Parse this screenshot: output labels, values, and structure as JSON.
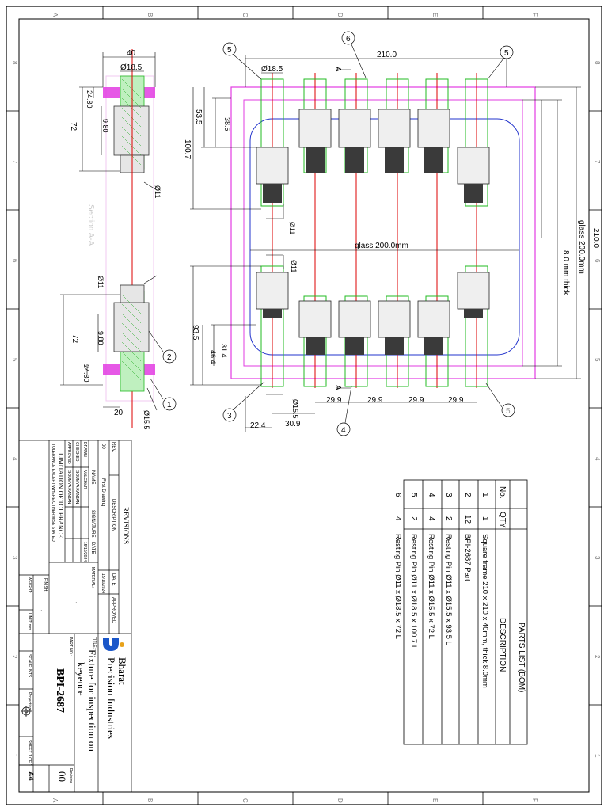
{
  "border": {
    "zones_top": [
      "A",
      "B",
      "C",
      "D",
      "E",
      "F"
    ],
    "zones_side": [
      "8",
      "7",
      "6",
      "5",
      "4",
      "3",
      "2",
      "1"
    ]
  },
  "dims": {
    "top_width": "40",
    "d185_top": "Ø18.5",
    "d2480_top": "24.80",
    "d980_top": "9.80",
    "d72_top": "72",
    "d11_top": "Ø11",
    "section_label": "Section A-A",
    "d11_bot": "Ø11",
    "d72_bot": "72",
    "d980_bot": "9.80",
    "d2480_bot": "24.80",
    "d20_bot": "20",
    "d155_bot": "Ø15.5",
    "overall_w": "210.0",
    "overall_h": "210.0",
    "plan_d185": "Ø18.5",
    "plan_d11a": "Ø11",
    "plan_d11b": "Ø11",
    "plan_d155": "Ø15.5",
    "glass_w": "glass 200.0mm",
    "glass_h": "glass 200.0mm",
    "thick": "8.0 mm thick",
    "d535": "53.5",
    "d385": "38.5",
    "d1007": "100.7",
    "d935": "93.5",
    "d314": "31.4",
    "d464": "46.4",
    "d224": "22.4",
    "d309": "30.9",
    "pitch1": "29.9",
    "pitch2": "29.9",
    "pitch3": "29.9",
    "pitch4": "29.9",
    "sec_a_top": "A",
    "sec_a_bot": "A"
  },
  "balloons": {
    "b5_left": "5",
    "b6": "6",
    "b5_right": "5",
    "b2": "2",
    "b1": "1",
    "b3": "3",
    "b4": "4",
    "b5_br": "5"
  },
  "bom": {
    "title": "PARTS LIST (BOM)",
    "headers": [
      "No.",
      "QTY",
      "DESCRIPTION"
    ],
    "rows": [
      {
        "no": "1",
        "qty": "1",
        "desc": "Square frame 210 x 210 x 40mm, thick 8.0mm"
      },
      {
        "no": "2",
        "qty": "12",
        "desc": "BPI-2687 Part"
      },
      {
        "no": "3",
        "qty": "2",
        "desc": "Resting Pin Ø11 x Ø15.5 x 93.5 L"
      },
      {
        "no": "4",
        "qty": "4",
        "desc": "Resting Pin Ø11 x Ø15.5 x 72 L"
      },
      {
        "no": "5",
        "qty": "2",
        "desc": "Resting Pin Ø11 x Ø18.5 x 100.7 L"
      },
      {
        "no": "6",
        "qty": "4",
        "desc": "Resting Pin Ø11 x Ø18.5 x 72 L"
      }
    ]
  },
  "title_block": {
    "revisions": "REVISIONS",
    "rev": "REV.",
    "description": "DESCRIPTION",
    "date": "DATE",
    "approved": "APPROVED",
    "rev_no": "00",
    "rev_desc": "First Drawing",
    "rev_date": "15/10/2024",
    "name": "NAME",
    "signature": "SIGNATURE",
    "date2": "DATE",
    "drawn": "DRAWN",
    "drawn_name": "VALGHAR",
    "drawn_date": "15/10/2024",
    "checked": "CHECKED",
    "checked_name": "SOUMYA RANJAN",
    "approved2": "APPROVED",
    "approved_name": "SOUMYA RANJAN",
    "limit": "LIMITATION OF TOLERANCE",
    "tolerance": "TOLERANCE EXCEPT WHERE OTHERWISE STATED",
    "material": "MATERIAL:",
    "material_val": "-",
    "finish": "FINISH:",
    "finish_val": "-",
    "weight": "WEIGHT:",
    "unit": "UNIT: mm",
    "scale": "SCALE: NTS",
    "projection": "Projection",
    "sheet": "SHEET 1 OF 1",
    "size": "A4",
    "company1": "Bharat",
    "company2": "Precision Industries",
    "title_lbl": "TITLE:",
    "title1": "Fixture for inspection on",
    "title2": "keyence",
    "part_lbl": "PART NO.:",
    "part_no": "BPI-2687",
    "revision_lbl": "Revision",
    "revision_val": "00"
  }
}
